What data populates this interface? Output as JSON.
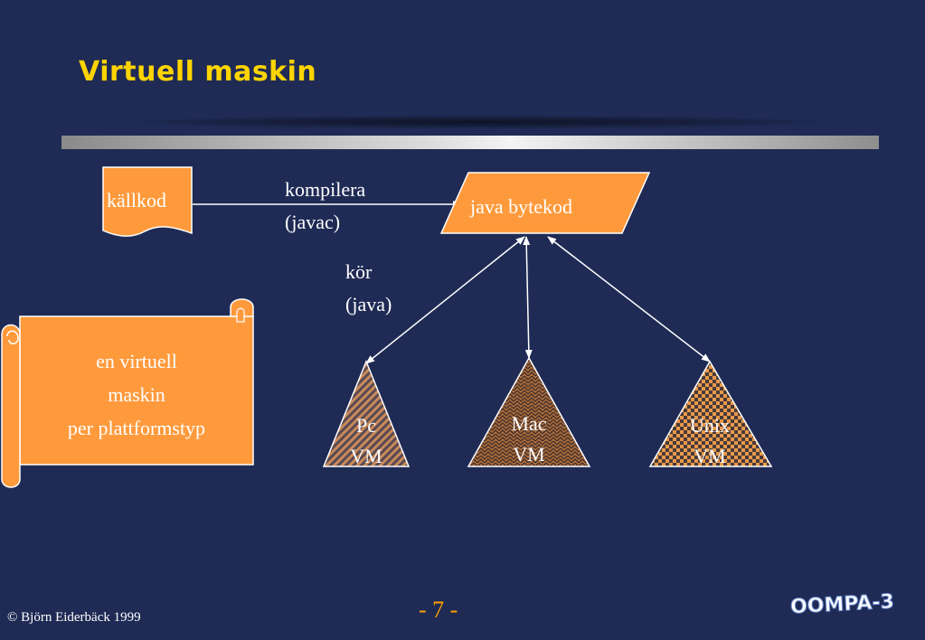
{
  "slide": {
    "title": "Virtuell maskin",
    "source_label": "källkod",
    "compile_line1": "kompilera",
    "compile_line2": "(javac)",
    "bytecode_label": "java bytekod",
    "run_line1": "kör",
    "run_line2": "(java)",
    "scroll_line1": "en virtuell",
    "scroll_line2": "maskin",
    "scroll_line3": "per plattformstyp",
    "vms": [
      {
        "line1": "Pc",
        "line2": "VM"
      },
      {
        "line1": "Mac",
        "line2": "VM"
      },
      {
        "line1": "Unix",
        "line2": "VM"
      }
    ]
  },
  "footer": {
    "copyright": "© Björn Eiderbäck 1999",
    "page": "- 7 -",
    "logo_text": "OOMPA-3"
  },
  "colors": {
    "background": "#1f2b55",
    "title": "#ffd400",
    "shape_fill": "#ff9a3c",
    "page_number": "#ffa000",
    "line": "#ffffff"
  }
}
